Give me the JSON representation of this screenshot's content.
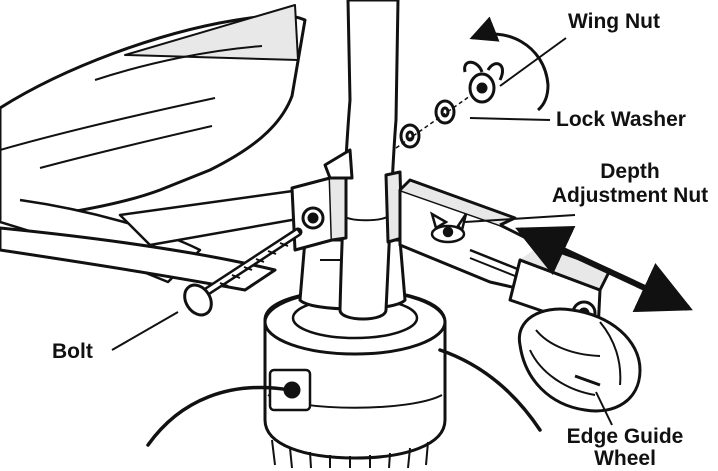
{
  "colors": {
    "ink": "#111111",
    "background": "#ffffff",
    "fill": "#ffffff",
    "shade": "#d9d9d9"
  },
  "labels": {
    "wing_nut": "Wing Nut",
    "lock_washer": "Lock Washer",
    "depth_line1": "Depth",
    "depth_line2": "Adjustment Nut",
    "bolt": "Bolt",
    "edge_line1": "Edge Guide",
    "edge_line2": "Wheel"
  }
}
